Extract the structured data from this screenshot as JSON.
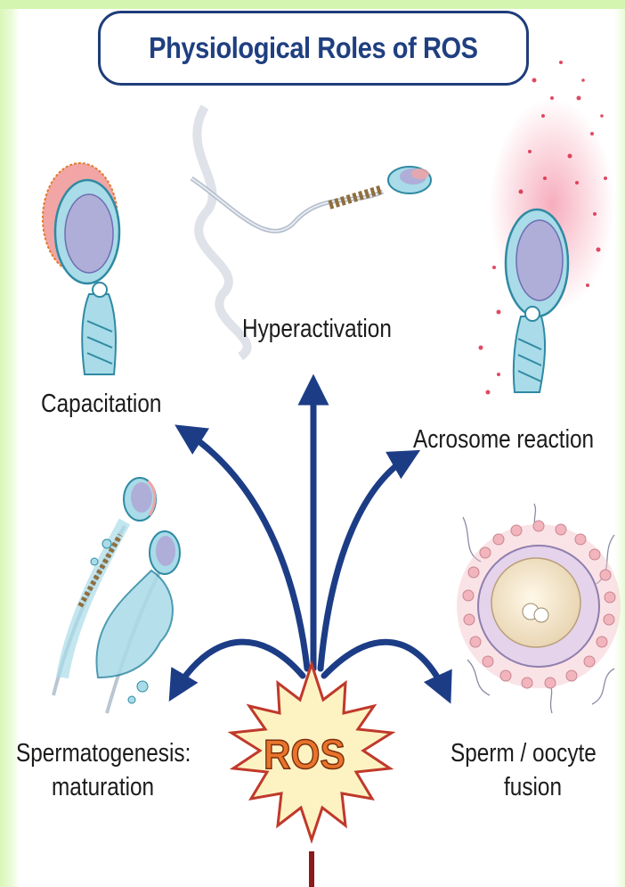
{
  "title": "Physiological Roles of ROS",
  "center_label": "ROS",
  "roles": {
    "capacitation": "Capacitation",
    "hyperactivation": "Hyperactivation",
    "acrosome_reaction": "Acrosome reaction",
    "spermatogenesis_line1": "Spermatogenesis:",
    "spermatogenesis_line2": "maturation",
    "fusion_line1": "Sperm / oocyte",
    "fusion_line2": "fusion"
  },
  "colors": {
    "arrow": "#1c3d86",
    "title_border": "#1f3d7a",
    "title_text": "#1f3f80",
    "star_fill": "#fdf3c2",
    "star_stroke": "#c0392b",
    "ros_text": "#e8742a",
    "sperm_body": "#a9dbe8",
    "nucleus": "#aeaed8",
    "acrosome": "#f2a5a5",
    "ros_dots": "#d81e3c",
    "page_edge": "#d3f5b0"
  }
}
